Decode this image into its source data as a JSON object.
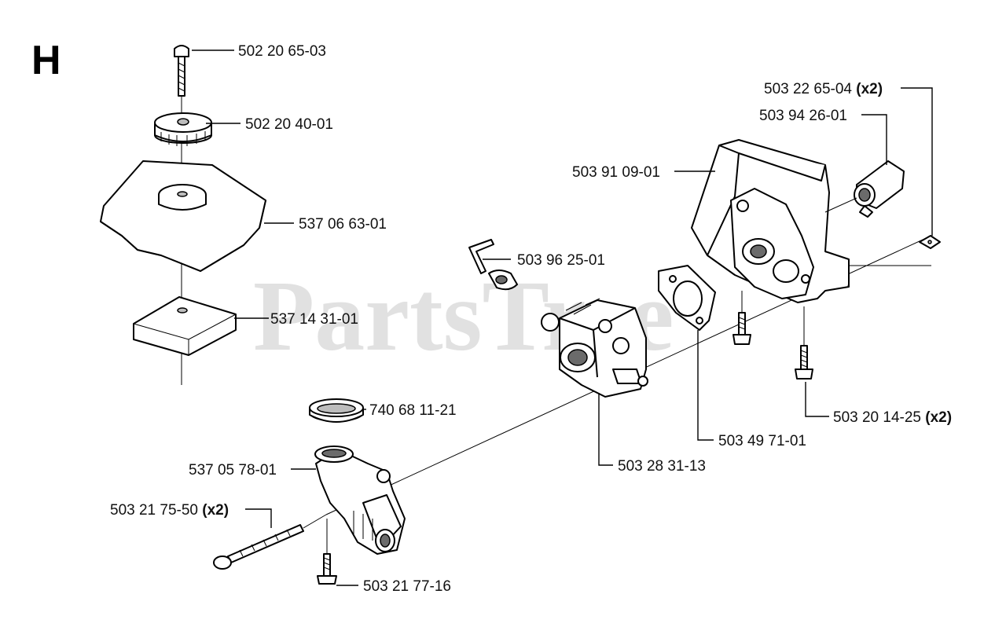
{
  "section_letter": "H",
  "watermark": "PartsTree",
  "callouts": [
    {
      "id": "bolt-top",
      "part_no": "502 20 65-03",
      "qty": ""
    },
    {
      "id": "knob",
      "part_no": "502 20 40-01",
      "qty": ""
    },
    {
      "id": "air-filter-cover",
      "part_no": "537 06 63-01",
      "qty": ""
    },
    {
      "id": "air-filter",
      "part_no": "537 14 31-01",
      "qty": ""
    },
    {
      "id": "throttle-link",
      "part_no": "503 96 25-01",
      "qty": ""
    },
    {
      "id": "gasket-ring",
      "part_no": "740 68 11-21",
      "qty": ""
    },
    {
      "id": "intake-elbow",
      "part_no": "537 05 78-01",
      "qty": ""
    },
    {
      "id": "long-screw",
      "part_no": "503 21 75-50",
      "qty": "(x2)"
    },
    {
      "id": "short-screw",
      "part_no": "503 21 77-16",
      "qty": ""
    },
    {
      "id": "carburetor",
      "part_no": "503 28 31-13",
      "qty": ""
    },
    {
      "id": "carb-gasket",
      "part_no": "503 49 71-01",
      "qty": ""
    },
    {
      "id": "mount-screw",
      "part_no": "503 20 14-25",
      "qty": "(x2)"
    },
    {
      "id": "nut",
      "part_no": "503 22 65-04",
      "qty": "(x2)"
    },
    {
      "id": "sleeve",
      "part_no": "503 94 26-01",
      "qty": ""
    },
    {
      "id": "housing",
      "part_no": "503 91 09-01",
      "qty": ""
    }
  ]
}
